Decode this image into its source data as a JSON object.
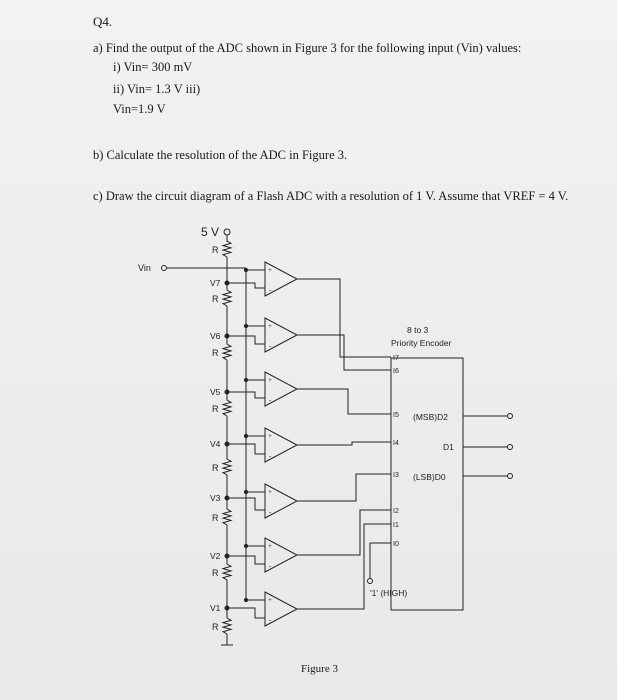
{
  "question": {
    "number": "Q4.",
    "part_a": "a) Find the output of the ADC shown in Figure 3 for the following input (Vin) values:",
    "part_a_items": [
      "i) Vin= 300 mV",
      "ii) Vin= 1.3 V iii)",
      "Vin=1.9 V"
    ],
    "part_b": "b) Calculate the resolution of the ADC in Figure 3.",
    "part_c": "c) Draw the circuit diagram of a Flash ADC with a resolution of 1 V. Assume that VREF = 4 V."
  },
  "figure": {
    "caption": "Figure 3",
    "supply_label": "5 V",
    "input_label": "Vin",
    "resistor_label": "R",
    "node_labels": [
      "V7",
      "V6",
      "V5",
      "V4",
      "V3",
      "V2",
      "V1"
    ],
    "encoder_title_1": "8 to 3",
    "encoder_title_2": "Priority Encoder",
    "encoder_inputs": [
      "I7",
      "I6",
      "I5",
      "I4",
      "I3",
      "I2",
      "I1",
      "I0"
    ],
    "encoder_outputs": [
      "(MSB)D2",
      "D1",
      "(LSB)D0"
    ],
    "high_label": "'1' (HIGH)"
  }
}
